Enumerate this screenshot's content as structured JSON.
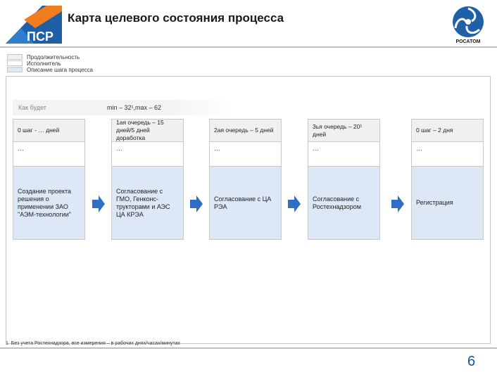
{
  "header": {
    "title": "Карта целевого состояния процесса",
    "rosatom_label": "РОСАТОМ",
    "colors": {
      "brand_blue": "#1f5fa8",
      "brand_orange": "#f07d1e"
    }
  },
  "legend": [
    {
      "label": "Продолжительность",
      "color": "#f0f0f0"
    },
    {
      "label": "Исполнитель",
      "color": "#ffffff"
    },
    {
      "label": "Описание шага процесса",
      "color": "#dde8f7"
    }
  ],
  "strip": {
    "label": "Как будет",
    "value": "min – 32¹,max – 62"
  },
  "steps": [
    {
      "duration": "0 шаг - … дней",
      "executor": "…",
      "description": "Создание проекта решения о применении ЗАО \"АЭМ-технологии\""
    },
    {
      "duration": "1ая очередь – 15 дней/5 дней доработка",
      "executor": "…",
      "description": "Согласование с ГМО, Генконс-трукторами и АЭС ЦА КРЭА"
    },
    {
      "duration": "2ая очередь – 5 дней",
      "executor": "…",
      "description": "Согласование с ЦА РЭА"
    },
    {
      "duration": "3ья очередь – 20¹ дней",
      "executor": "…",
      "description": "Согласование с Ростехнадзором"
    },
    {
      "duration": "0 шаг – 2 дня",
      "executor": "…",
      "description": "Регистрация"
    }
  ],
  "footnote": "1. Без учета Ростехнадзора, все измерения – в рабочих днях/часах/минутах",
  "page_number": "6"
}
